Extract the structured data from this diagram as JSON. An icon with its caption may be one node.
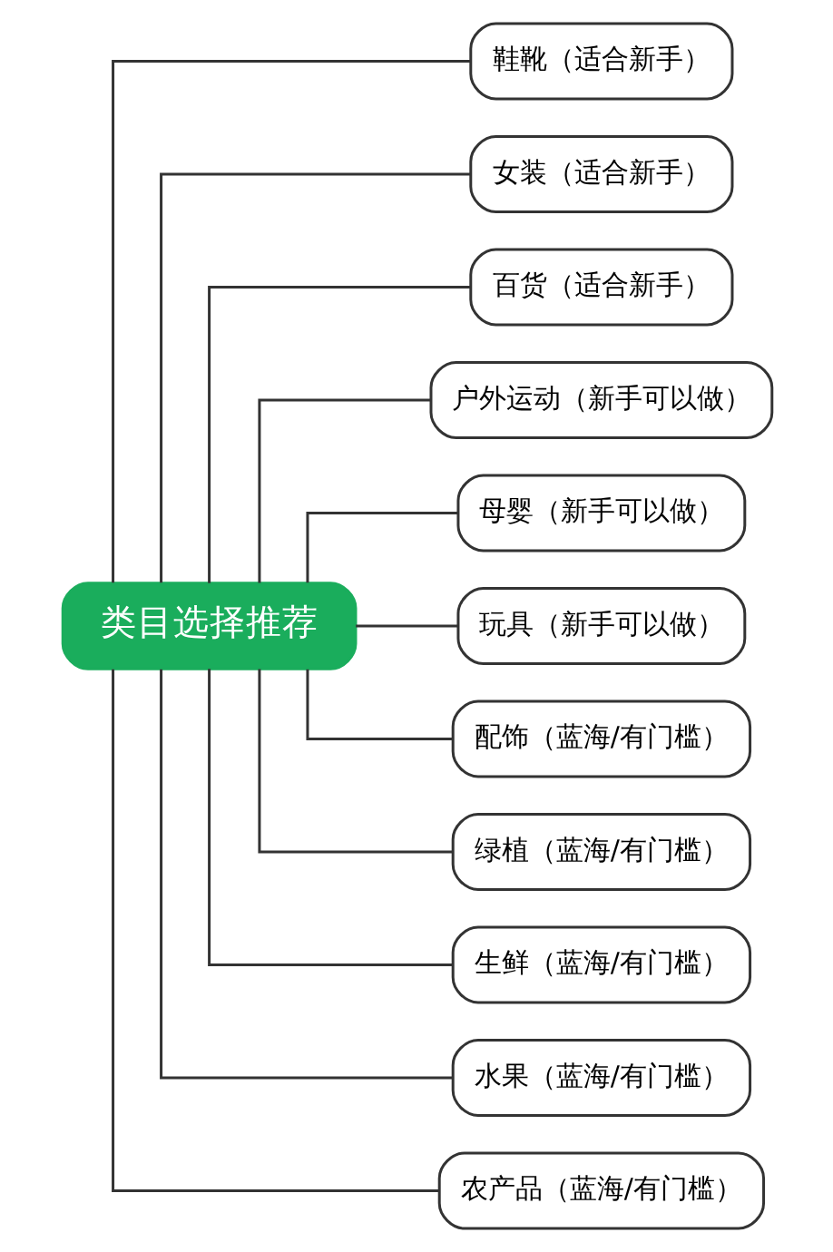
{
  "diagram": {
    "nodes": [
      {
        "text": [
          "类目选择推荐"
        ]
      },
      {
        "text": [
          "鞋靴（适合新手）"
        ]
      },
      {
        "text": [
          "女装（适合新手）"
        ]
      },
      {
        "text": [
          "百货（适合新手）"
        ]
      },
      {
        "text": [
          "户外运动（新手可以做）"
        ]
      },
      {
        "text": [
          "母婴（新手可以做）"
        ]
      },
      {
        "text": [
          "玩具（新手可以做）"
        ]
      },
      {
        "text": [
          "配饰（蓝海/有门槛）"
        ]
      },
      {
        "text": [
          "绿植（蓝海/有门槛）"
        ]
      },
      {
        "text": [
          "生鲜（蓝海/有门槛）"
        ]
      },
      {
        "text": [
          "水果（蓝海/有门槛）"
        ]
      },
      {
        "text": [
          "农产品（蓝海/有门槛）"
        ]
      }
    ],
    "edges": [
      {
        "from": 0,
        "to": 1,
        "arrow": "none"
      },
      {
        "from": 0,
        "to": 2,
        "arrow": "none"
      },
      {
        "from": 0,
        "to": 3,
        "arrow": "none"
      },
      {
        "from": 0,
        "to": 4,
        "arrow": "none"
      },
      {
        "from": 0,
        "to": 5,
        "arrow": "none"
      },
      {
        "from": 0,
        "to": 6,
        "arrow": "none"
      },
      {
        "from": 0,
        "to": 7,
        "arrow": "none"
      },
      {
        "from": 0,
        "to": 8,
        "arrow": "none"
      },
      {
        "from": 0,
        "to": 9,
        "arrow": "none"
      },
      {
        "from": 0,
        "to": 10,
        "arrow": "none"
      },
      {
        "from": 0,
        "to": 11,
        "arrow": "none"
      }
    ]
  }
}
